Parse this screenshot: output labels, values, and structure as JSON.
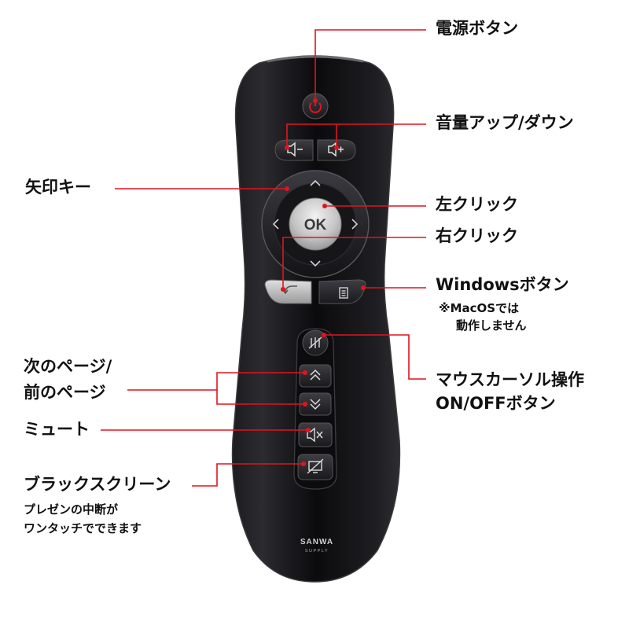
{
  "colors": {
    "callout": "#e0141e",
    "remote_body": "#0d0d0f",
    "button_gray": "#c8c8c8",
    "text": "#111111"
  },
  "labels": {
    "power": "電源ボタン",
    "volume": "音量アップ/ダウン",
    "arrow_keys": "矢印キー",
    "left_click": "左クリック",
    "right_click": "右クリック",
    "windows": "Windowsボタン",
    "windows_note": [
      "※MacOSでは",
      "動作しません"
    ],
    "page": [
      "次のページ/",
      "前のページ"
    ],
    "cursor_toggle": [
      "マウスカーソル操作",
      "ON/OFFボタン"
    ],
    "mute": "ミュート",
    "blackscreen": "ブラックスクリーン",
    "blackscreen_note": [
      "プレゼンの中断が",
      "ワンタッチでできます"
    ]
  },
  "remote": {
    "ok_label": "OK",
    "brand": "SANWA",
    "brand_sub": "SUPPLY",
    "icons": [
      "power-icon",
      "volume-down-icon",
      "volume-up-icon",
      "arrow-up-icon",
      "arrow-left-icon",
      "arrow-right-icon",
      "arrow-down-icon",
      "back-icon",
      "menu-icon",
      "cursor-toggle-icon",
      "page-up-icon",
      "page-down-icon",
      "mute-icon",
      "blackscreen-icon"
    ]
  }
}
